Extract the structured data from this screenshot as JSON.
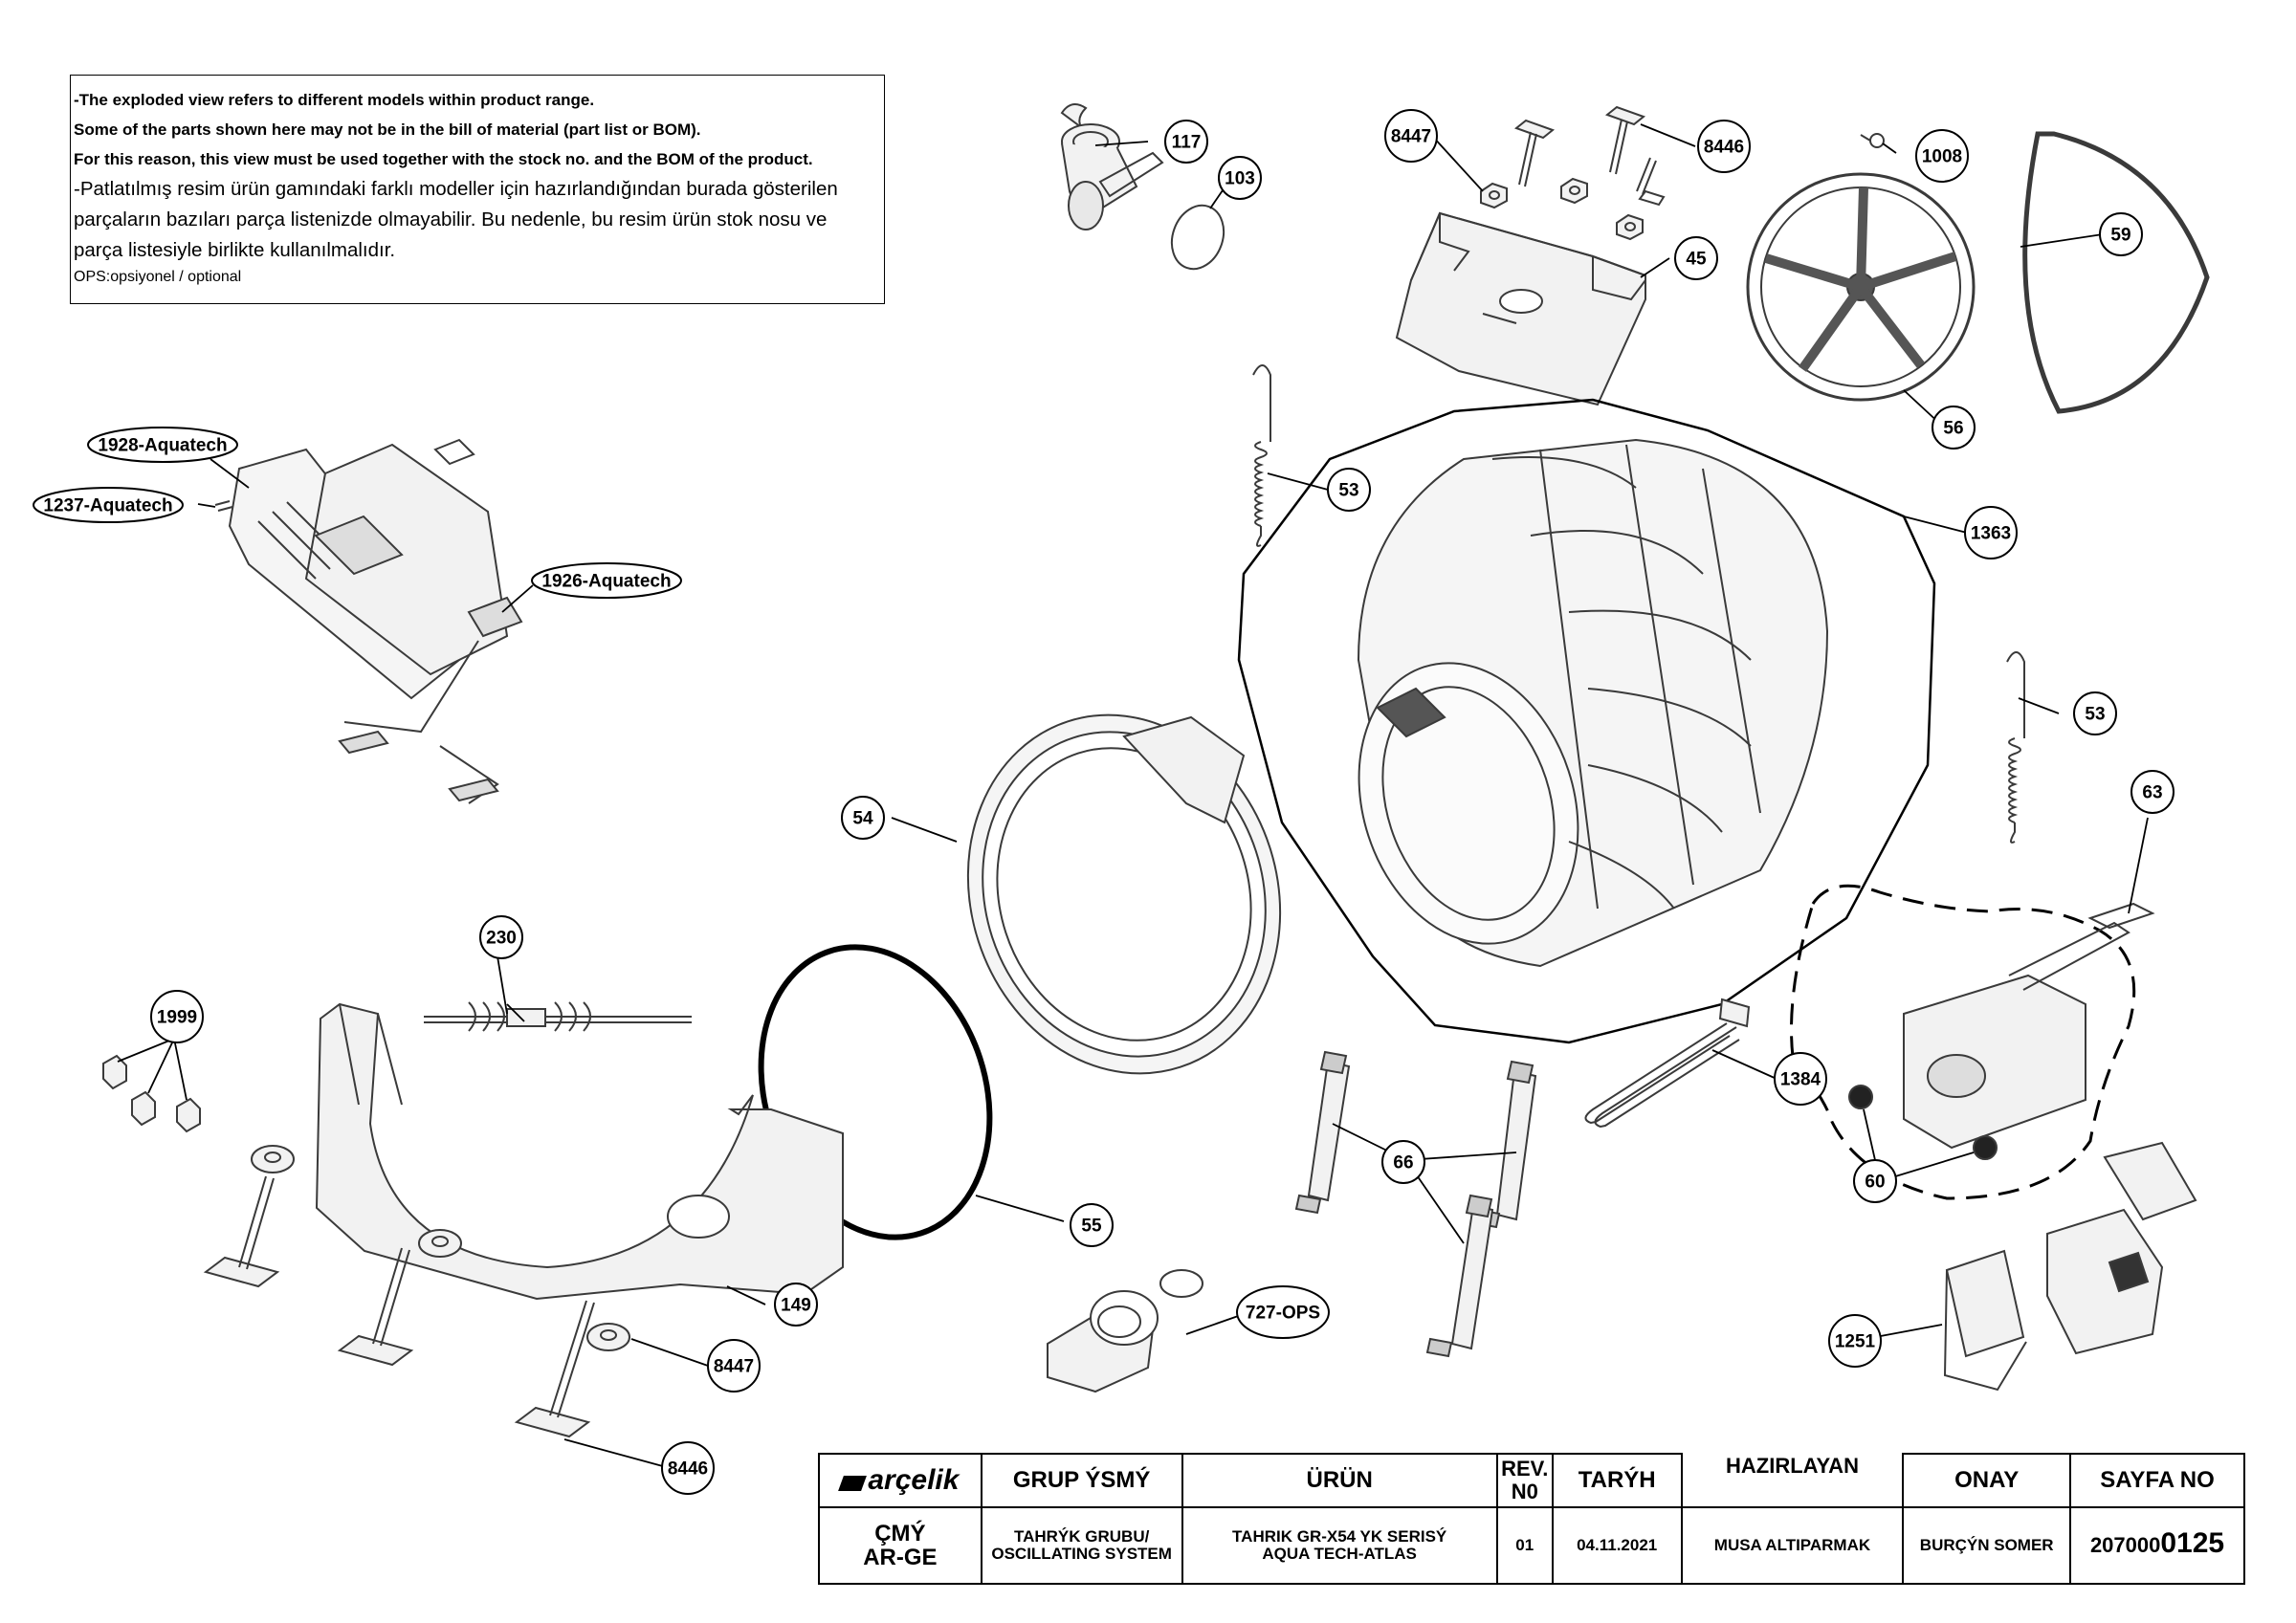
{
  "notes": {
    "line1": "-The exploded view refers to different models within product range.",
    "line2": "Some of the parts shown here may not be in the bill of material (part list or BOM).",
    "line3": "For this reason, this view must be used together with the stock no. and the BOM of the product.",
    "line4": "-Patlatılmış resim ürün gamındaki farklı modeller için hazırlandığından burada gösterilen",
    "line5": "parçaların bazıları parça listenizde olmayabilir. Bu nedenle, bu resim ürün stok nosu ve",
    "line6": "parça listesiyle birlikte kullanılmalıdır.",
    "line7": "OPS:opsiyonel / optional"
  },
  "part_labels": {
    "p117": "117",
    "p103": "103",
    "p8447a": "8447",
    "p8446a": "8446",
    "p1008": "1008",
    "p45": "45",
    "p59": "59",
    "p56": "56",
    "p53a": "53",
    "p1363": "1363",
    "p53b": "53",
    "p63": "63",
    "p54": "54",
    "p230": "230",
    "p1999": "1999",
    "p55": "55",
    "p149": "149",
    "p8447b": "8447",
    "p8446b": "8446",
    "p66": "66",
    "p1384": "1384",
    "p60": "60",
    "p727": "727-OPS",
    "p1251": "1251",
    "p1928": "1928-Aquatech",
    "p1237": "1237-Aquatech",
    "p1926": "1926-Aquatech"
  },
  "title_block": {
    "logo": "arçelik",
    "headers": {
      "group": "GRUP ÝSMÝ",
      "product": "ÜRÜN",
      "rev": "REV.\nN0",
      "date": "TARÝH",
      "prepared": "HAZIRLAYAN",
      "approved": "ONAY",
      "page": "SAYFA NO"
    },
    "values": {
      "department": "ÇMÝ\nAR-GE",
      "group": "TAHRÝK GRUBU/\nOSCILLATING SYSTEM",
      "product": "TAHRIK GR-X54 YK SERISÝ\nAQUA TECH-ATLAS",
      "rev": "01",
      "date": "04.11.2021",
      "prepared": "MUSA ALTIPARMAK",
      "approved": "BURÇÝN SOMER",
      "page_prefix": "207000",
      "page_suffix": "0125"
    }
  },
  "colors": {
    "line": "#000000",
    "part_stroke": "#3a3a3a",
    "part_fill": "#f2f2f2"
  }
}
